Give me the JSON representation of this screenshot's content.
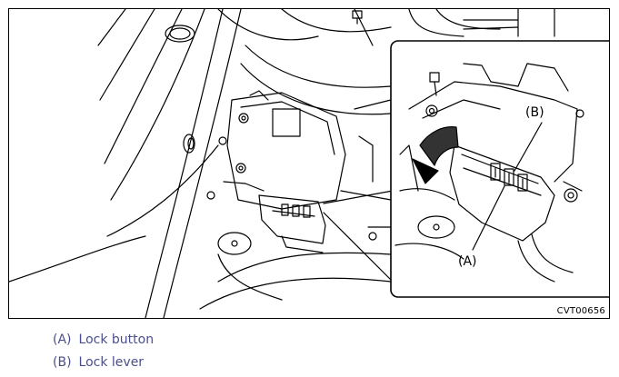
{
  "figure": {
    "code": "CVT00656",
    "callouts": {
      "a": "(A)",
      "b": "(B)"
    }
  },
  "legend": {
    "items": [
      {
        "key": "(A)",
        "label": "Lock button"
      },
      {
        "key": "(B)",
        "label": "Lock lever"
      }
    ]
  }
}
